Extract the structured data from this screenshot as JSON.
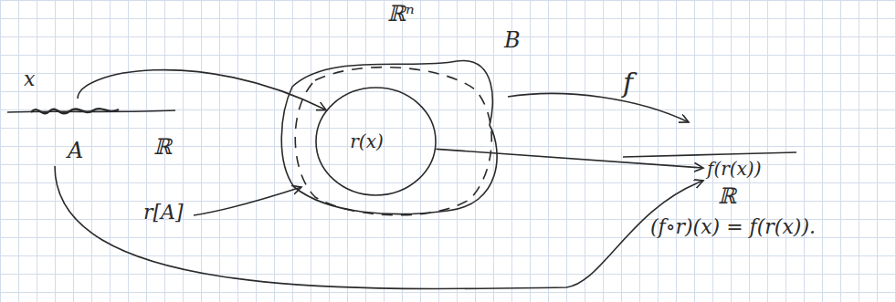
{
  "diagram": {
    "nodes": [
      {
        "text": [
          "A"
        ]
      },
      {
        "text": [
          "B"
        ]
      },
      {
        "text": [
          "r[A]"
        ]
      },
      {
        "text": [
          "r(x)"
        ],
        "in": 2
      },
      {
        "text": [
          "f(r(x))"
        ]
      }
    ],
    "edges": [
      {
        "from": 0,
        "to": 3,
        "arrow": "to"
      },
      {
        "from": 3,
        "to": 4,
        "arrow": "to"
      },
      {
        "from": 0,
        "to": 4,
        "arrow": "to"
      }
    ],
    "labels": [
      "x",
      "ℝ",
      "ℝⁿ",
      "f",
      "ℝ",
      "(f∘r)(x) = f(r(x))."
    ]
  }
}
